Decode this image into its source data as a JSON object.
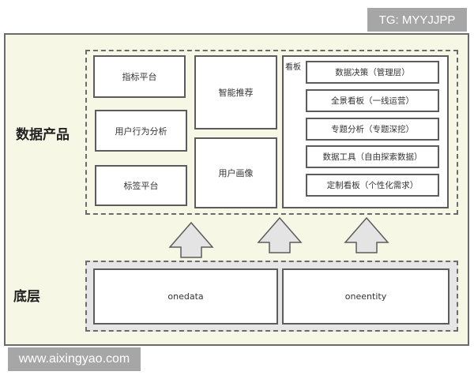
{
  "watermarks": {
    "top_right": "TG: MYYJJPP",
    "bottom_left": "www.aixingyao.com"
  },
  "layers": {
    "product": {
      "label": "数据产品",
      "left_column": [
        "指标平台",
        "用户行为分析",
        "标签平台"
      ],
      "middle_column": [
        "智能推荐",
        "用户画像"
      ],
      "kanban": {
        "title": "看板",
        "items": [
          "数据决策（管理层）",
          "全景看板（一线运营）",
          "专题分析（专题深挖）",
          "数据工具（自由探索数据）",
          "定制看板（个性化需求）"
        ]
      }
    },
    "base": {
      "label": "底层",
      "boxes": [
        "onedata",
        "oneentity"
      ]
    }
  },
  "colors": {
    "frame_bg": "#f7f7e6",
    "base_bg": "#e6e6e6",
    "border": "#5c5c5c",
    "arrow_fill": "#e4e4e4",
    "watermark_bg": "#a6a6a6"
  }
}
